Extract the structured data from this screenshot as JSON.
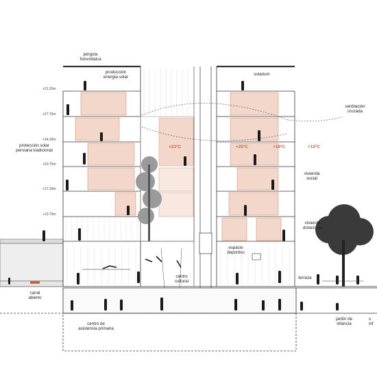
{
  "labels": {
    "pergola": "pérgola\nfotovoltaica",
    "produccion": "producción\nenergía solar",
    "solarium": "solarium",
    "ventilacion": "ventilación\ncruzada",
    "proteccion": "protección solar\npersiana tradicional",
    "vivienda_social": "vivienda\nsocial",
    "vivienda_dotacional": "vivienda\ndotacional",
    "espacio_deportivo": "espacio\ndeportivo",
    "centro_cultural": "centro\ncultural",
    "terraza": "terraza",
    "canal_abierto": "canal\nabierto",
    "centro_asistencia": "centro de\nasistencia primaria",
    "jardin_infancia": "jardín de\ninfancia",
    "cut_label": "s\ninf"
  },
  "levels": [
    "+31.20m",
    "+27.70m",
    "+24.20m",
    "+20.70m",
    "+17.20m",
    "+13.70m"
  ],
  "temperatures": {
    "left": "+21ºC",
    "right_warm": "+25ºC",
    "right_mid": "+18ºC",
    "outside": "+15ºC"
  },
  "colors": {
    "accent": "#c8643c",
    "room_fill": "#f3d7cb",
    "line": "#333333",
    "tree": "#3a3a3a"
  }
}
